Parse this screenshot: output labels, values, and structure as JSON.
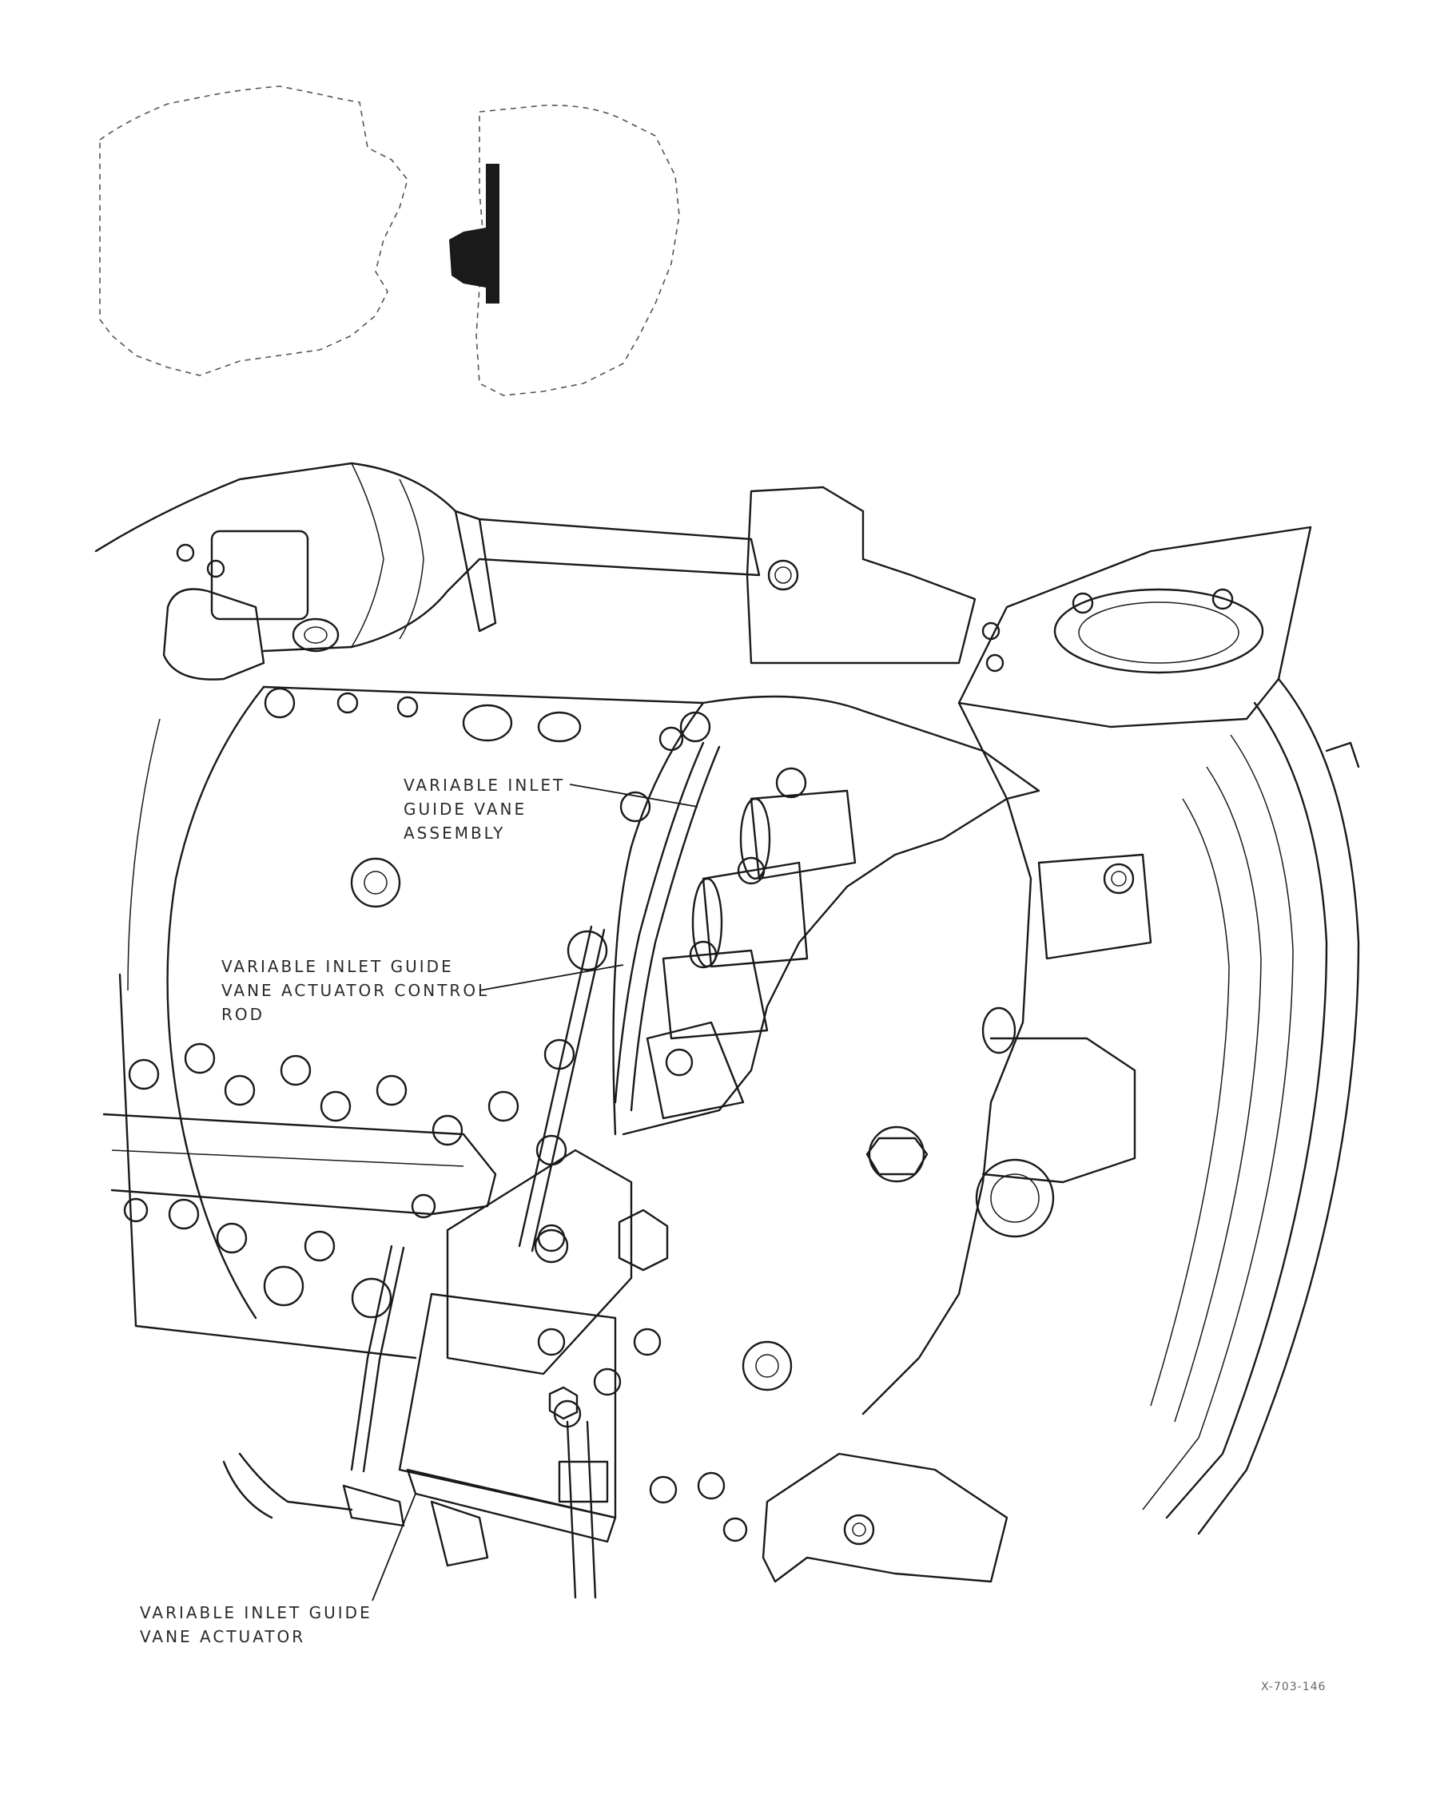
{
  "callouts": {
    "vane_assembly": [
      "VARIABLE INLET",
      "GUIDE VANE",
      "ASSEMBLY"
    ],
    "control_rod": [
      "VARIABLE INLET GUIDE",
      "VANE ACTUATOR CONTROL",
      "ROD"
    ],
    "actuator": [
      "VARIABLE INLET GUIDE",
      "VANE ACTUATOR"
    ]
  },
  "figure_ref": "X-703-146"
}
